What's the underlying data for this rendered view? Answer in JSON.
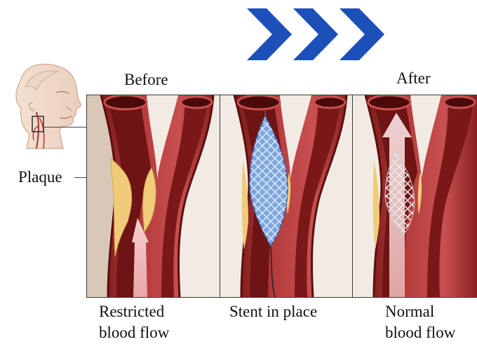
{
  "labels": {
    "before": "Before",
    "after": "After",
    "plaque": "Plaque",
    "panel1_caption_line1": "Restricted",
    "panel1_caption_line2": "blood flow",
    "panel2_caption": "Stent in place",
    "panel3_caption_line1": "Normal",
    "panel3_caption_line2": "blood flow"
  },
  "icons": {
    "progress": "triple-chevron-right-icon",
    "head": "head-profile-icon",
    "stent": "mesh-stent-icon",
    "flow_arrow": "flow-arrow-icon"
  },
  "colors": {
    "chevron": "#1d4fb8",
    "vessel_wall": "#b33a3a",
    "vessel_dark": "#6e1414",
    "vessel_inner": "#8a1f1f",
    "plaque": "#f0cc7a",
    "stent_balloon": "#7aa6e0",
    "flow_arrow": "#f4c8c8",
    "frame": "#3a3a3a"
  }
}
